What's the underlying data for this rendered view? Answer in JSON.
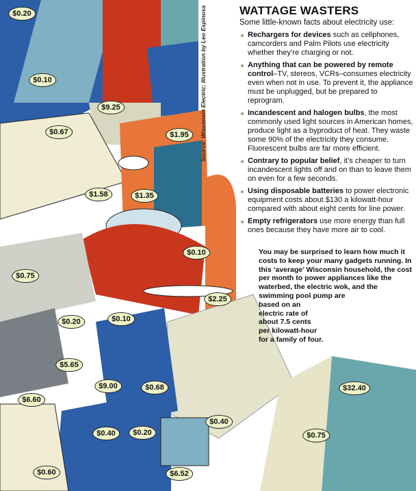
{
  "header": {
    "title": "WATTAGE WASTERS",
    "subtitle": "Some little-known facts about electricity use:"
  },
  "facts": [
    {
      "bold": "Rechargers for devices",
      "text": " such as cellphones, camcorders and Palm Pilots use electricity whether they’re charging or not."
    },
    {
      "bold": "Anything that can be powered by remote control",
      "text": "–TV, stereos, VCRs–consumes electricity even when not in use. To prevent it, the appliance must be unplugged, but be prepared to reprogram."
    },
    {
      "bold": "Incandescent and halogen bulbs",
      "text": ", the most commonly used light sources in American homes, produce light as a byproduct of heat. They waste some 90% of the electricity they consume. Fluorescent bulbs are far more efficient."
    },
    {
      "bold": "Contrary to popular belief",
      "text": ", it’s cheaper to turn incandescent lights off and on than to leave them on even for a few seconds."
    },
    {
      "bold": "Using disposable batteries",
      "text": " to power electronic equipment costs about $130 a kilowatt-hour compared with about eight cents for line power."
    },
    {
      "bold": "Empty refrigerators",
      "text": " use more energy than full ones because they have more air to cool."
    }
  ],
  "intro": {
    "wide": "You may be surprised to learn how much it costs to keep  your many gadgets running. In this ‘average’ Wisconsin household, the cost per month to power appliances like the waterbed, the electric wok, and the swimming pool pump are",
    "narrow": "based on an electric rate of about 7.5 cents per kilowatt-hour for a family of four."
  },
  "source": "Source: Wisconsin Electric; Illustration by Leo Espinosa",
  "price_tags": [
    "$0.20",
    "$0.10",
    "$9.25",
    "$0.67",
    "$1.95",
    "$1.58",
    "$1.35",
    "$0.10",
    "$0.75",
    "$2.25",
    "$0.20",
    "$0.10",
    "$5.65",
    "$9.00",
    "$0.68",
    "$6.60",
    "$32.40",
    "$0.40",
    "$0.40",
    "$0.20",
    "$0.75",
    "$0.60",
    "$6.52"
  ],
  "colors": {
    "orange": "#e8763a",
    "red": "#c8361e",
    "blue": "#2d5ea8",
    "teal": "#6aa7ad",
    "cream": "#f1edd4",
    "tag": "#eef3c8"
  }
}
